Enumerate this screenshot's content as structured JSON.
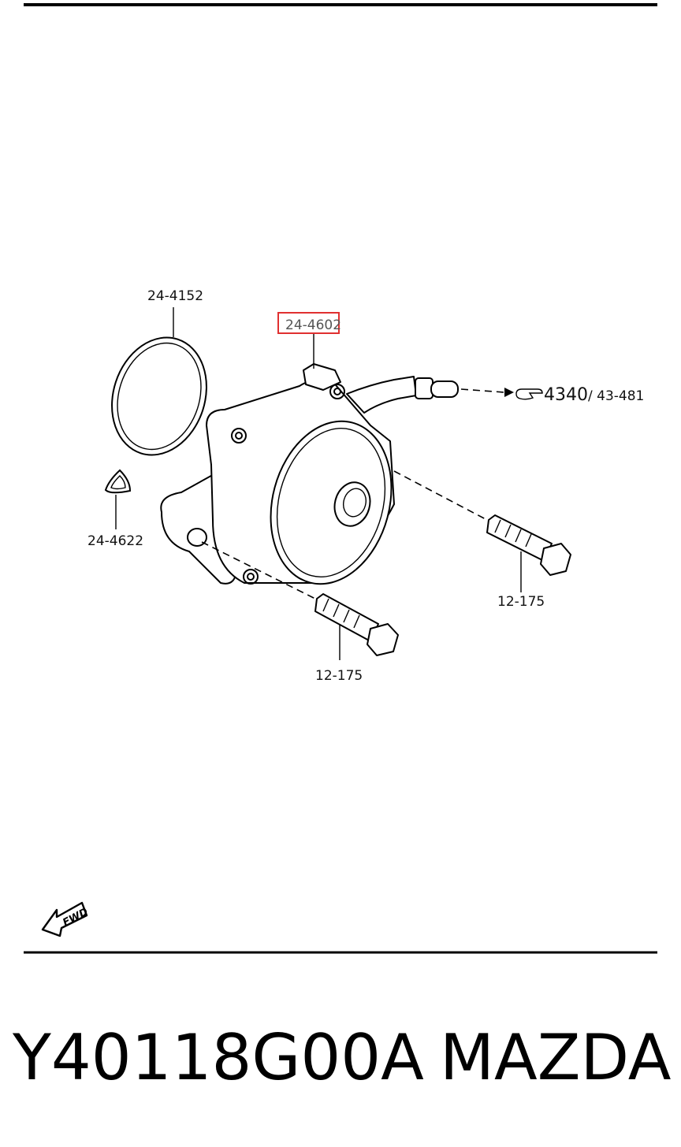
{
  "callouts": {
    "oring": "24-4152",
    "pump": "24-4602",
    "gasket": "24-4622",
    "bolt_right": "12-175",
    "bolt_bottom": "12-175",
    "ref_main": "4340",
    "ref_sub": "/ 43-481"
  },
  "fwd_label": "FWD",
  "caption": {
    "part_number": "Y40118G00A",
    "brand": "MAZDA"
  },
  "colors": {
    "highlight": "#e03030",
    "ink": "#000000"
  }
}
